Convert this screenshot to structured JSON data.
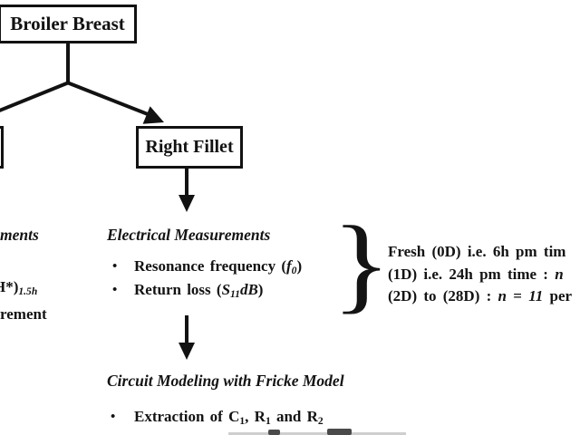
{
  "colors": {
    "ink": "#121212",
    "background": "#ffffff"
  },
  "boxes": {
    "root": "Broiler Breast",
    "right": "Right Fillet"
  },
  "bullets": {
    "glyph": "•"
  },
  "brace": {
    "glyph": "}"
  },
  "frags": {
    "f1": "ments",
    "f2main": "H*)",
    "f2sub": "1.5h",
    "f3": "rement"
  },
  "elec": {
    "heading": "Electrical Measurements",
    "b1": {
      "pre": "Resonance frequency (",
      "var": "f",
      "sub": "0",
      "post": ")"
    },
    "b2": {
      "pre": "Return loss (",
      "var": "S",
      "sub": "11",
      "var2": "dB",
      "post": ")"
    }
  },
  "note": {
    "l1": {
      "t1": "Fresh (0D) i.e. 6h pm tim"
    },
    "l2": {
      "t1": "(1D) i.e. 24h pm time : ",
      "t2": "n"
    },
    "l3": {
      "t1": "(2D) to (28D) : ",
      "t2": "n",
      "t3": " = ",
      "t4": "11",
      "t5": " per"
    }
  },
  "circuit": {
    "heading": "Circuit Modeling with Fricke Model",
    "b1": {
      "t1": "Extraction of C",
      "sub1": "1",
      "t2": ", R",
      "sub2": "1",
      "t3": " and R",
      "sub3": "2"
    }
  }
}
